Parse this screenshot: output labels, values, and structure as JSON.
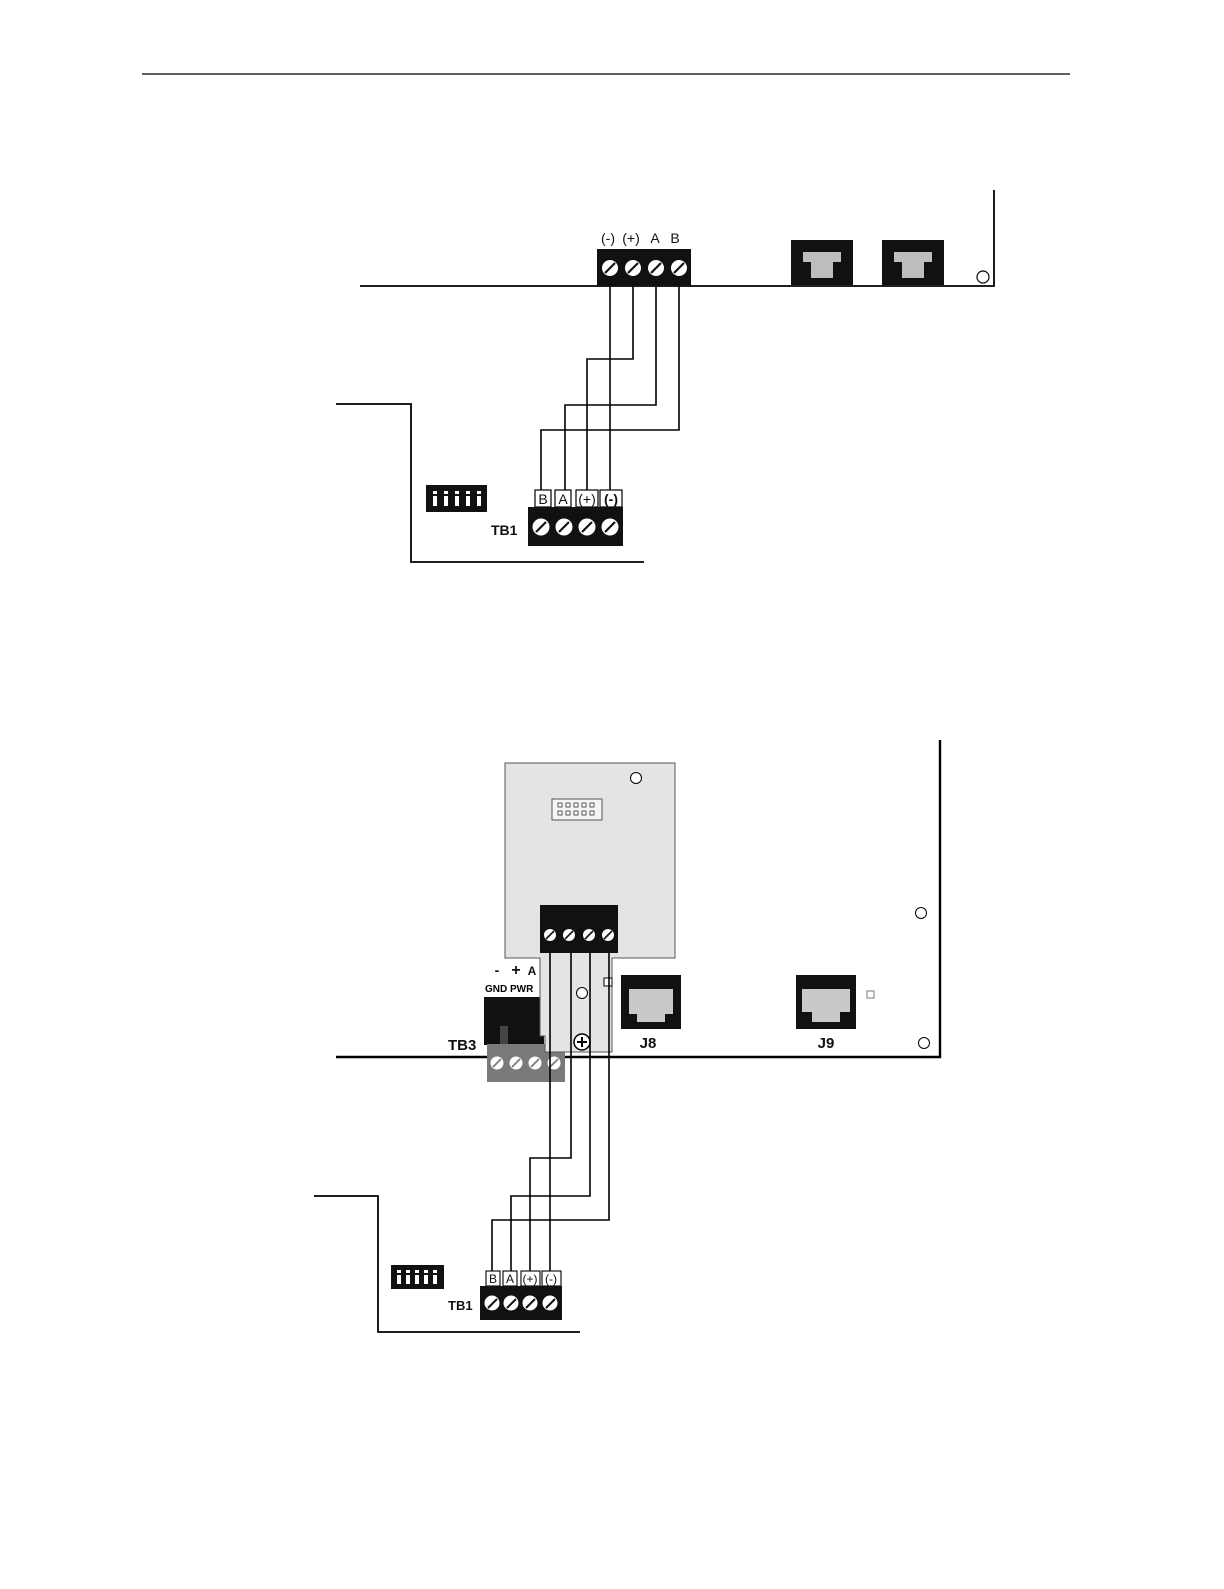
{
  "diagram_top": {
    "panel_terminals": [
      "(-)",
      "(+)",
      "A",
      "B"
    ],
    "module_terminals": [
      "B",
      "A",
      "(+)",
      "(-)"
    ],
    "module_block_label": "TB1"
  },
  "diagram_bottom": {
    "tb3_signs": [
      "-",
      "+",
      "A"
    ],
    "tb3_names": "GND PWR",
    "tb3_label": "TB3",
    "jack_labels": [
      "J8",
      "J9"
    ],
    "module_terminals": [
      "B",
      "A",
      "(+)",
      "(-)"
    ],
    "module_block_label": "TB1"
  }
}
